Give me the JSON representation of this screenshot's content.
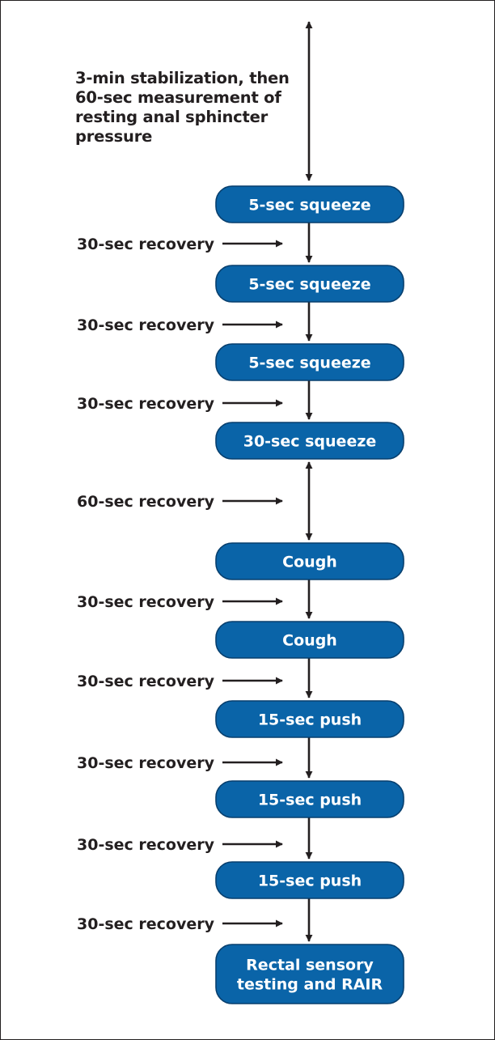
{
  "intro_lines": [
    "3-min stabilization, then",
    "60-sec measurement of",
    "resting anal sphincter",
    "pressure"
  ],
  "colors": {
    "box_fill": "#0a64a8",
    "box_stroke": "#073f6e",
    "box_text": "#ffffff",
    "text": "#231f20",
    "arrow": "#231f20"
  },
  "steps": [
    {
      "lines": [
        "5-sec squeeze"
      ]
    },
    {
      "lines": [
        "5-sec squeeze"
      ]
    },
    {
      "lines": [
        "5-sec squeeze"
      ]
    },
    {
      "lines": [
        "30-sec squeeze"
      ]
    },
    {
      "lines": [
        "Cough"
      ]
    },
    {
      "lines": [
        "Cough"
      ]
    },
    {
      "lines": [
        "15-sec push"
      ]
    },
    {
      "lines": [
        "15-sec push"
      ]
    },
    {
      "lines": [
        "15-sec push"
      ]
    },
    {
      "lines": [
        "Rectal sensory",
        "testing and RAIR"
      ]
    }
  ],
  "recoveries": [
    "30-sec recovery",
    "30-sec recovery",
    "30-sec recovery",
    "60-sec recovery",
    "30-sec recovery",
    "30-sec recovery",
    "30-sec recovery",
    "30-sec recovery",
    "30-sec recovery"
  ]
}
